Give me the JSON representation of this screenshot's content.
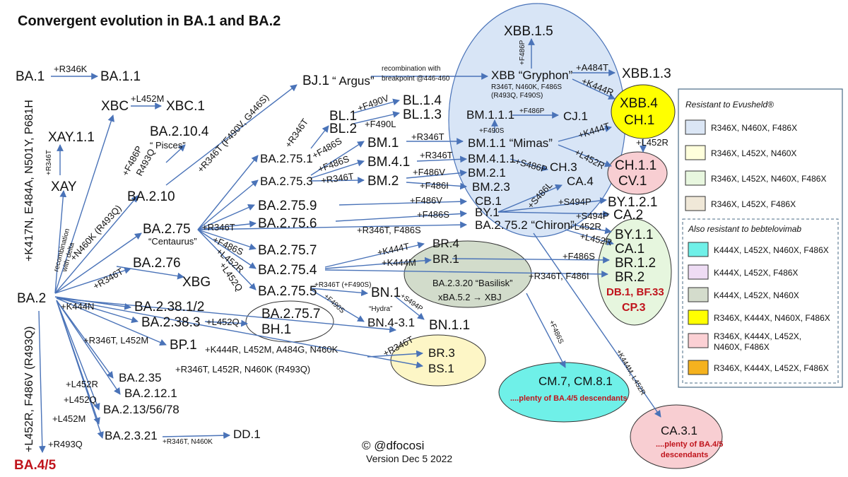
{
  "title": "Convergent evolution in BA.1 and BA.2",
  "nodes": {
    "ba1": "BA.1",
    "ba11": "BA.1.1",
    "xbc": "XBC",
    "xbc1": "XBC.1",
    "xay11": "XAY.1.1",
    "xay": "XAY",
    "ba2104": "BA.2.10.4",
    "pisces": "“ Pisces”",
    "ba210": "BA.2.10",
    "bj1": "BJ.1",
    "argus": "“ Argus”",
    "ba2751": "BA.2.75.1",
    "ba2753": "BA.2.75.3",
    "bl1": "BL.1",
    "bl2": "BL.2",
    "bl14": "BL.1.4",
    "bl13": "BL.1.3",
    "bm1": "BM.1",
    "bm41": "BM.4.1",
    "bm2": "BM.2",
    "xbb15": "XBB.1.5",
    "xbb": "XBB “Gryphon”",
    "xbb13": "XBB.1.3",
    "xbb4ch1": "XBB.4\nCH.1",
    "bm111": "BM.1.1.1",
    "cj1": "CJ.1",
    "bm11": "BM.1.1 “Mimas”",
    "bm411": "BM.4.1.1",
    "bm21": "BM.2.1",
    "bm23": "BM.2.3",
    "ch3": "CH.3",
    "ca4": "CA.4",
    "cb1": "CB.1",
    "by1": "BY.1",
    "ch11": "CH.1.1",
    "cv1": "CV.1",
    "by121": "BY.1.2.1",
    "ca2": "CA.2",
    "ba275": "BA.2.75",
    "centaurus": "“Centaurus”",
    "ba2759": "BA.2.75.9",
    "ba2756": "BA.2.75.6",
    "ba27552": "BA.2.75.2 “Chiron”",
    "ba2757": "BA.2.75.7",
    "ba2754": "BA.2.75.4",
    "ba2755": "BA.2.75.5",
    "ba2757b": "BA.2.75.7",
    "bh1": "BH.1",
    "ba276": "BA.2.76",
    "xbg": "XBG",
    "br4": "BR.4",
    "br1": "BR.1",
    "ba2320": "BA.2.3.20 “Basilisk”",
    "xba52": "xBA.5.2 → XBJ",
    "by11": "BY.1.1",
    "ca1": "CA.1",
    "br12": "BR.1.2",
    "br2": "BR.2",
    "db1": "DB.1, BF.33",
    "cp3": "CP.3",
    "bn1": "BN.1",
    "hydra": "“Hydra”",
    "bn431": "BN.4-3.1",
    "bn11": "BN.1.1",
    "ba2": "BA.2",
    "ba238": "BA.2.38.1/2",
    "ba2383": "BA.2.38.3",
    "bp1": "BP.1",
    "br3": "BR.3",
    "bs1": "BS.1",
    "ba235": "BA.2.35",
    "ba2121": "BA.2.12.1",
    "ba213": "BA.2.13/56/78",
    "ba2321": "BA.2.3.21",
    "dd1": "DD.1",
    "ba45": "BA.4/5",
    "cm7": "CM.7, CM.8.1",
    "plenty1": "....plenty of BA.4/5 descendants",
    "ca31": "CA.3.1",
    "plenty2a": "....plenty of BA.4/5",
    "plenty2b": "descendants"
  },
  "mutations": {
    "r346k": "+R346K",
    "l452m_xbc": "+L452M",
    "r346t_xay": "+R346T",
    "f486p_r493q": "+F486P",
    "r493q": "R493Q",
    "r346t_bj": "+R346T (F490V, G446S)",
    "recomb": "recombination with",
    "breakpoint": "breakpoint @446-460",
    "xbbmuts": "R346T, N460K, F486S",
    "xbbmuts2": "(R493Q, F490S)",
    "f486p_up": "+F486P",
    "a484t": "+A484T",
    "k444r": "+K444R",
    "r346t_bl": "+R346T",
    "f490v": "+F490V",
    "f490l": "+F490L",
    "f486s_a": "+F486S",
    "f486s_b": "+F486S",
    "r346t_bm1": "+R346T",
    "r346t_bm41": "+R346T",
    "r346t_bm2": "+R346T",
    "f486p_cj": "+F486P",
    "f490s": "+F490S",
    "k444t_top": "+K444T",
    "l452r_ch": "+L452R",
    "l452r_right": "+L452R",
    "s486p": "+S486P",
    "f486v": "+F486V",
    "f486i": "+F486I",
    "f486v2": "+F486V",
    "f486s2": "+F486S",
    "s486l": "+S486L",
    "s494p1": "+S494P",
    "s494p2": "+S494P",
    "r346t_275": "+R346T",
    "r346t_f486s": "+R346T, F486S",
    "l452r_2752": "+L452R",
    "l452r_by": "+L452R",
    "f486s_br": "+F486S",
    "f486s_275": "+F486S",
    "l452r_275": "+L452R",
    "l452q_275": "+L452Q",
    "k444t": "+K444T",
    "k444m": "+K444M",
    "r346t_f486i": "+R346T, F486I",
    "r346t_f490s": "+R346T (+F490S)",
    "f490s_bn": "+F490S",
    "s494p_bn": "+S494P",
    "n460k": "+N460K (R493Q)",
    "r346t_276": "+R346T",
    "recomb_delta": "recombination",
    "with_delta": "with delta",
    "k444n": "+K444N",
    "l452q_238": "+L452Q",
    "r346t_l452m": "+R346T, L452M",
    "k444r_long": "+K444R, L452M, A484G, N460K",
    "r346t_br3": "+R346T",
    "r346t_long": "+R346T, L452R, N460K (R493Q)",
    "l452r_235": "+L452R",
    "l452q_2121": "+L452Q",
    "l452m_213": "+L452M",
    "r493q_2321": "+R493Q",
    "r346t_n460k": "+R346T, N460K",
    "f486s_cm": "+F486S",
    "k444m_l452r": "+K444M, L452R",
    "ba2_vertical": "+K417N, E484A, N501Y, P681H",
    "ba45_vertical": "+L452R, F486V (R493Q)"
  },
  "credit": "©  @dfocosi",
  "version": "Version Dec 5 2022",
  "legend": {
    "header1": "Resistant to Evusheld®",
    "header2": "Also resistant to bebtelovimab",
    "items1": [
      {
        "label": "R346X, N460X,  F486X",
        "color": "#dbe6f5"
      },
      {
        "label": "R346X, L452X, N460X",
        "color": "#ffffdc"
      },
      {
        "label": "R346X, L452X, N460X, F486X",
        "color": "#e8f7df"
      },
      {
        "label": "R346X, L452X, F486X",
        "color": "#f0e8d8"
      }
    ],
    "items2": [
      {
        "label": "K444X, L452X, N460X, F486X",
        "color": "#6ff0e8"
      },
      {
        "label": "K444X, L452X, F486X",
        "color": "#eedcf4"
      },
      {
        "label": "K444X, L452X, N460X",
        "color": "#d4dccc"
      },
      {
        "label": "R346X, K444X, N460X, F486X",
        "color": "#ffff00"
      },
      {
        "label": "R346X, K444X, L452X,\nN460X, F486X",
        "color": "#fbd0d4"
      },
      {
        "label": "R346X, K444X, L452X, F486X",
        "color": "#f5b21e"
      }
    ]
  },
  "colors": {
    "arrow": "#4a73b8",
    "blue_region": "#d8e5f6",
    "yellow_node": "#ffff00",
    "pink_region": "#f8ced2",
    "green_region": "#e6f6de",
    "olive_region": "#d2dccb",
    "cream_region": "#fdf6c6",
    "teal_region": "#6ff0e8",
    "red_text": "#c0141c"
  }
}
